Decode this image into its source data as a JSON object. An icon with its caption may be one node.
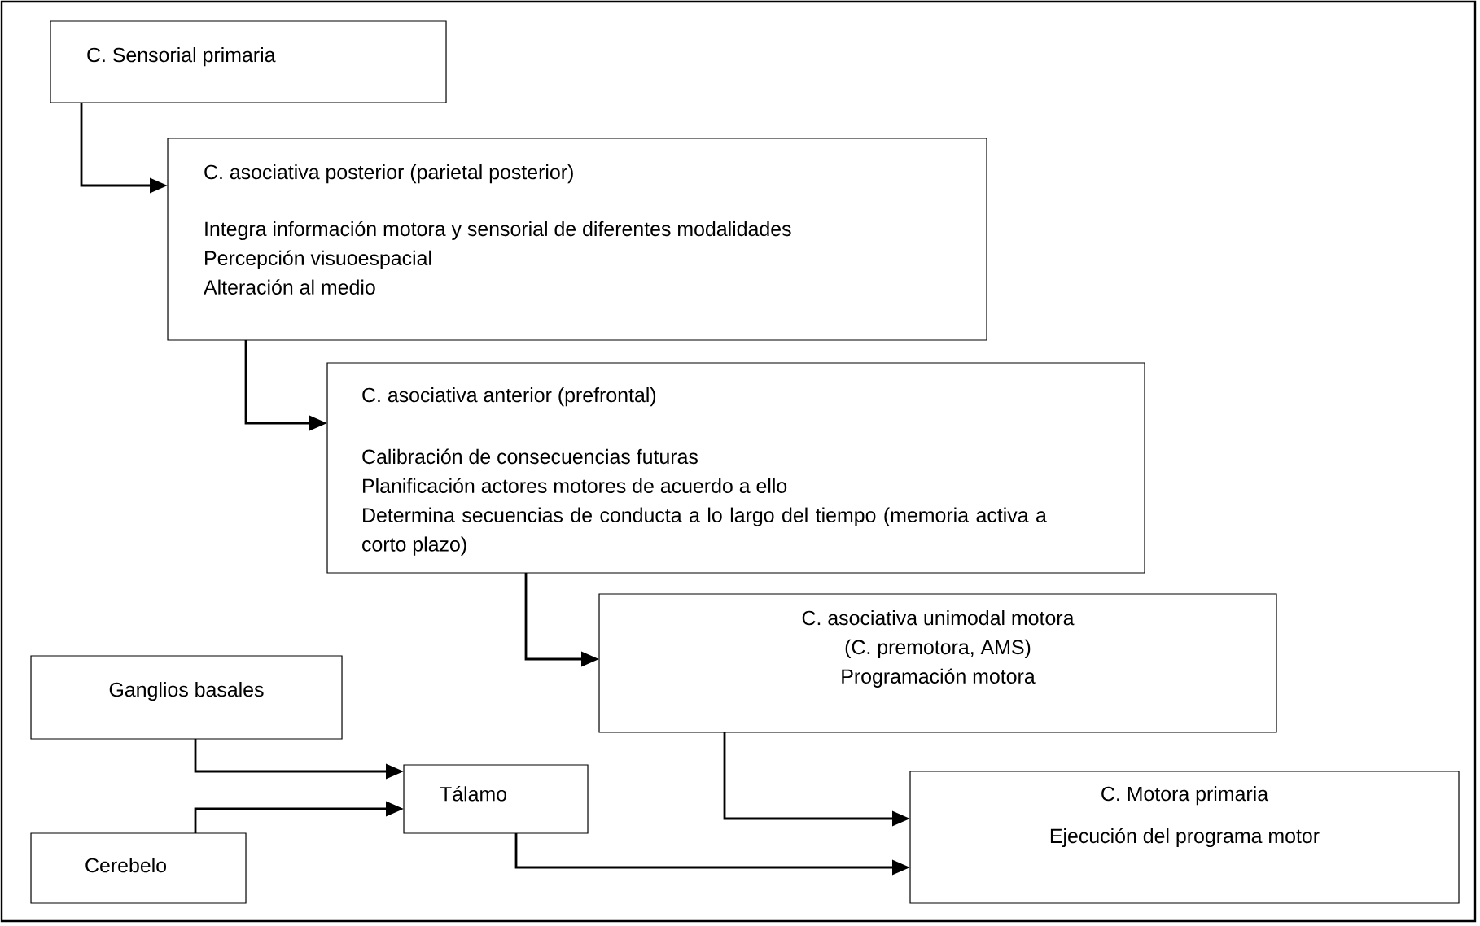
{
  "diagram": {
    "nodes": [
      {
        "text": [
          "C. Sensorial primaria"
        ]
      },
      {
        "text": [
          "C. asociativa posterior (parietal posterior)",
          "Integra información motora y sensorial de diferentes modalidades",
          "Percepción visuoespacial",
          "Alteración al medio"
        ]
      },
      {
        "text": [
          "C. asociativa anterior (prefrontal)",
          "Calibración de consecuencias futuras",
          "Planificación actores motores de acuerdo a ello",
          "Determina secuencias de conducta a lo largo del tiempo (memoria activa a corto plazo)"
        ]
      },
      {
        "text": [
          "C. asociativa unimodal motora",
          "(C. premotora, AMS)",
          "Programación motora"
        ]
      },
      {
        "text": [
          "Ganglios basales"
        ]
      },
      {
        "text": [
          "Tálamo"
        ]
      },
      {
        "text": [
          "Cerebelo"
        ]
      },
      {
        "text": [
          "C. Motora primaria",
          "Ejecución del programa motor"
        ]
      }
    ],
    "edges": [
      {
        "from": 0,
        "to": 1,
        "arrow": "to"
      },
      {
        "from": 1,
        "to": 2,
        "arrow": "to"
      },
      {
        "from": 2,
        "to": 3,
        "arrow": "to"
      },
      {
        "from": 3,
        "to": 7,
        "arrow": "to"
      },
      {
        "from": 4,
        "to": 5,
        "arrow": "to"
      },
      {
        "from": 6,
        "to": 5,
        "arrow": "to"
      },
      {
        "from": 5,
        "to": 7,
        "arrow": "to"
      }
    ]
  }
}
